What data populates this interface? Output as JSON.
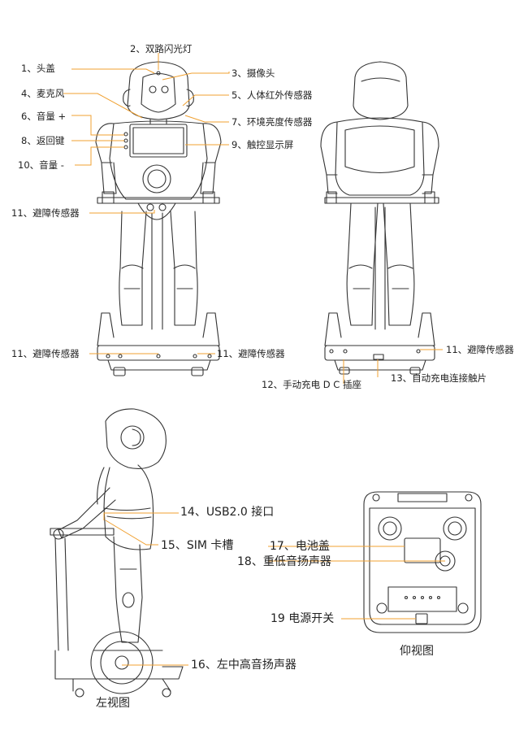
{
  "colors": {
    "leader": "#f0a030",
    "outline": "#333333",
    "background": "#ffffff"
  },
  "labels": {
    "front": {
      "l1": "1、头盖",
      "l2": "2、双路闪光灯",
      "l3": "3、摄像头",
      "l4": "4、麦克风",
      "l5": "5、人体红外传感器",
      "l6": "6、音量 +",
      "l7": "7、环境亮度传感器",
      "l8": "8、返回键",
      "l9": "9、触控显示屏",
      "l10": "10、音量 -",
      "l11a": "11、避障传感器",
      "l11b": "11、避障传感器",
      "l11c": "11、避障传感器"
    },
    "back": {
      "l11d": "11、避障传感器",
      "l12": "12、手动充电 D C 插座",
      "l13": "13、自动充电连接触片"
    },
    "left": {
      "l14": "14、USB2.0 接口",
      "l15": "15、SIM 卡槽",
      "l16": "16、左中高音扬声器",
      "title": "左视图"
    },
    "bottom": {
      "l17": "17、电池盖",
      "l18": "18、重低音扬声器",
      "l19": "19 电源开关",
      "title": "仰视图"
    }
  }
}
